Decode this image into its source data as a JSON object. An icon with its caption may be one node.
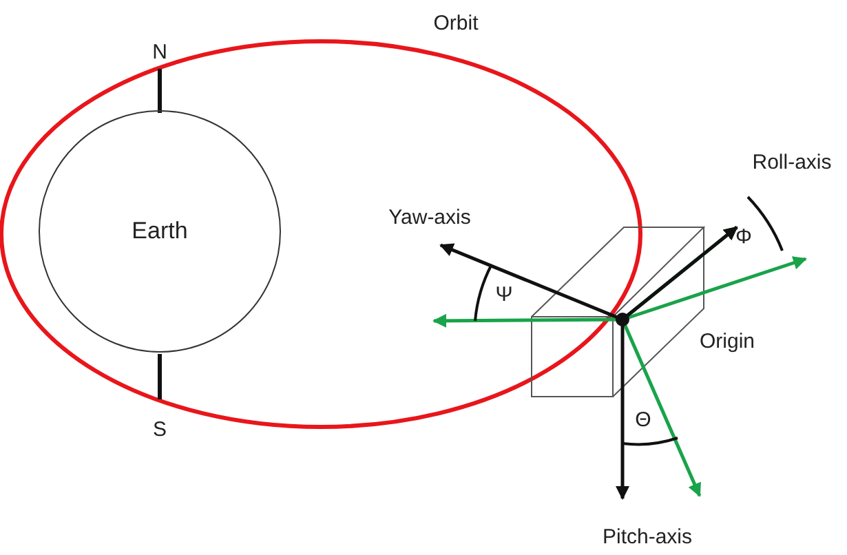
{
  "diagram": {
    "nodes": [
      {
        "text": [
          "Earth"
        ]
      }
    ],
    "labels": [
      "Orbit",
      "N",
      "Roll-axis",
      "Yaw-axis",
      "Φ",
      "Ψ",
      "Origin",
      "S",
      "Θ",
      "Pitch-axis"
    ]
  }
}
